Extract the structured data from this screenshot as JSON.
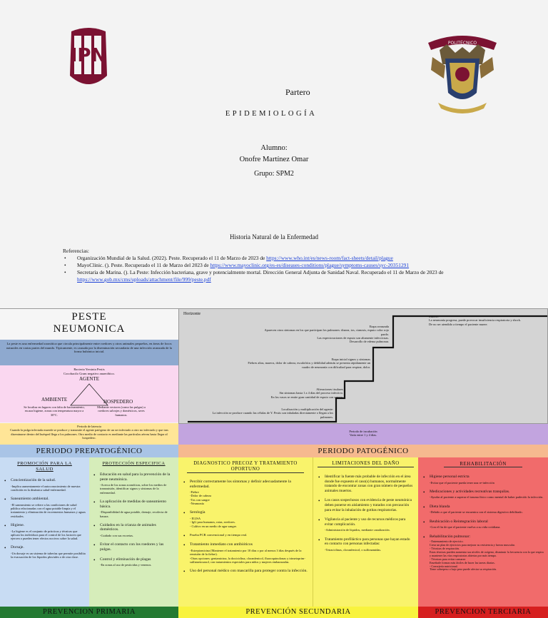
{
  "cover": {
    "subject": "Partero",
    "course": "EPIDEMIOLOGÍA",
    "student_label": "Alumno:",
    "student_name": "Onofre Martínez Omar",
    "group": "Grupo: SPM2",
    "doc_title": "Historia Natural de la Enfermedad",
    "refs_label": "Referencias:",
    "refs": [
      {
        "text": "Organización Mundial de la Salud. (2022). Peste. Recuperado el 11 de Marzo de 2023 de ",
        "link": "https://www.who.int/es/news-room/fact-sheets/detail/plague"
      },
      {
        "text": "MayoClinic. (). Peste. Recuperado el 11 de Marzo del 2023 de ",
        "link": "https://www.mayoclinic.org/es-es/diseases-conditions/plague/symptoms-causes/syc-20351291"
      },
      {
        "text": "Secretaría de Marina. (). La Peste: Infección bacteriana, grave y potencialmente mortal. Dirección General Adjunta de Sanidad Naval. Recuperado el 11 de Marzo de 2023 de ",
        "link": "https://www.gob.mx/cms/uploads/attachment/file/999/peste.pdf"
      }
    ],
    "logo_left_text": "IPN",
    "logo_right_text": "POLITÉCNICO"
  },
  "disease": {
    "title_line1": "PESTE",
    "title_line2": "NEUMONICA",
    "description": "La peste es una enfermedad zoonótica que circula principalmente entre roedores y otros animales pequeños, en áreas de focos naturales en varias partes del mundo. Típicamente, es causada por la diseminación secundaria de una infección avanzada de la forma bubónica inicial.",
    "bacteria_line1": "Bacteria Yersinia Pestis",
    "bacteria_line2": "Cocobacilo Gram negativo anaeróbico.",
    "agente": "AGENTE",
    "ambiente": "AMBIENTE",
    "hospedero": "HOSPEDERO",
    "ambiente_text": "Se localiza en lugares con falta de hacinamiento, escaza higiene, zonas con temperatura mayor a 30°C.",
    "hospedero_text": "Mediante vectores (como las pulgas) a roedores salvajes y domésticos, seres humanos.",
    "latency_title": "Periodo de latencia",
    "latency_text": "Cuando la pulga infectada muerde se produce y transmite el agente patógeno de un ser infectado a otro no infectado y que tras diseminarse dentro del huésped llega a los pulmones. Otro medio de contacto es mediante las partículas aéreas hasta llegar al hospedero."
  },
  "horizon": {
    "label": "Horizonte",
    "death": "Muerte:\nLa neumonía progresa, puede provocar insuficiencia respiratoria y shock.\nDe no ser atendido a tiempo el paciente muere.",
    "advanced": "Etapa avanzada\nAparecen otros síntomas en los que participan los pulmones: disnea, tos, cianosis, esputo color rojo pardo.\nLas expectoraciones de esputo son altamente infecciosas.\nDesarrollo de edema pulmonar.",
    "initial": "Etapa inicial signos y síntomas\nFiebres altas, mareos, dolor de cabeza, escalofríos y debilidad además se presenta rápidamente un cuadro de neumonía con dificultad para respirar, dolor.",
    "tissue": "Alteraciones tisulares\nSin síntomas hasta 1 a 4 días del proceso infectivo.\nEn los vasos se emite gran cantidad de esputo con sangre.",
    "location": "Localización y multiplicación del agente:\nLa infección se produce cuando las células de Y. Pestis son inhaladas directamente o llegan a los pulmones."
  },
  "incubation": {
    "title": "Periodo de incubación",
    "text": "Varía entre 1 y 4 días."
  },
  "prepatogenic": {
    "title": "PERIODO PREPATOGÉNICO",
    "promotion": {
      "title": "PROMOCIÓN PARA LA SALUD",
      "items": [
        {
          "t": "Concientización de la salud.",
          "s": "-Implica aumentamente el autoconocimiento de nuestra condición en la dinámica salud-enfermedad."
        },
        {
          "t": "Saneamiento ambiental.",
          "s": "-El saneamiento se refiere a las condiciones de salud pública relacionadas con el agua potable limpia y el tratamiento y eliminación de excrementos humanos y aguas residuales."
        },
        {
          "t": "Higiene.",
          "s": "-La higiene es el conjunto de prácticas y técnicas que aplican los individuos para el control de los factores que ejercen o pueden tener efectos nocivos sobre la salud."
        },
        {
          "t": "Dorsaje.",
          "s": "-Un dorsaje es un sistema de tuberías que permite posibilita la evacuación de los líquidos pluviales o de otra clase."
        }
      ]
    },
    "protection": {
      "title": "PROTECCIÓN ESPECIFICA",
      "items": [
        {
          "t": "Educación en salud para la prevención de la peste neumónica.",
          "s": "-Acerca de los zonas zoonóticas, sobre los medios de transmisión, identificar signos y síntomas de la enfermedad."
        },
        {
          "t": "La aplicación de medidas de saneamiento básica.",
          "s": "-Disponibilidad de agua potable, drenaje, recolecta de basura."
        },
        {
          "t": "Cuidados en la crianza de animales domésticos.",
          "s": "-Cuidado con sus excretas."
        },
        {
          "t": "Evitar el contacto con los roedores y las pulgas.",
          "s": ""
        },
        {
          "t": "Control y eliminación de plagas",
          "s": "-En zonas al uso de pesticidas y venenos."
        }
      ]
    }
  },
  "patogenic": {
    "title": "PERIODO PATOGÉNICO",
    "diagnosis": {
      "title": "DIAGNOSTICO PRECOZ Y TRATAMIENTO OPORTUNO",
      "items": [
        {
          "t": "Percibir correctamente los síntomas y definir adecuadamente la enfermedad.",
          "s": "-Fiebre\n-Dolor de cabeza\n-Tos con sangre\n-Neumonía"
        },
        {
          "t": "Serología",
          "s": "- ELISA\n- IgG para humanos, ratas, roedores.\n- Cultivo en un medio de agar sangre."
        },
        {
          "t": "Prueba PCR convencional y en tiempo real.",
          "s": ""
        },
        {
          "t": "Tratamiento inmediato con antibióticos",
          "s": "-Estreptomicina (Mantener el tratamiento por 10 días o por al menos 3 días después de la remisión de la fiebre).\n-Otras opciones: gentamicina, la doxiciclina, cloranfenicol, fluoroquinolonas y trimetoprim-sulfametoxazol, con tratamientos especiales para niños y mujeres embarazadas."
        },
        {
          "t": "Uso del personal médico con mascarilla para proteger contra la infección.",
          "s": ""
        }
      ]
    },
    "limitation": {
      "title": "LIMITACIONES DEL DAÑO",
      "items": [
        {
          "t": "Identificar la fuente más probable de infección en el área donde fue expuesto el caso(s) humanos, normalmente tratando de encontrar zonas con gran número de pequeños animales muertos.",
          "s": ""
        },
        {
          "t": "Los casos sospechosos con evidencia de peste neumónica deben ponerse en aislamiento y tratados con precaución para evitar la inhalación de gotitas respiratorias.",
          "s": ""
        },
        {
          "t": "Vigilancia al paciente y uso de recursos médicos para evitar complicación.",
          "s": "-Administración de líquidos, mediante canalización."
        },
        {
          "t": "Tratamiento profiláctico para personas que hayan estado en contacto con personas infectadas:",
          "s": "-Tetraciclinas, cloranfenicol, o sulfonamidas."
        }
      ]
    },
    "rehab": {
      "title": "REHABILITACIÓN",
      "items": [
        {
          "t": "Higiene personal estricta",
          "s": "-Evitar que el paciente pueda tener una re-infección"
        },
        {
          "t": "Medicaciones y actividades recreativas tranquilas.",
          "s": "-Ayudar al paciente a superar el trauma físico como mental de haber padecido la infección."
        },
        {
          "t": "Dieta blanda",
          "s": "-Debido a que el paciente se encuentra con el sistema digestivo debilitado."
        },
        {
          "t": "Reubicación o Reintegración laboral",
          "s": "-Con el fin de que el paciente vuelva a su vida cotidiana."
        },
        {
          "t": "Rehabilitación pulmonar:",
          "s": "- Entrenamiento de ejercicio.\nCrear un plan de ejercicios para mejorar su resistencia y fuerza muscular.\n- Técnicas de respiración.\nEstas técnicas pueden aumentar sus niveles de oxígeno, disminuir la frecuencia con la que respira y mantener las vías respiratorias abiertas por más tiempo.\n- Técnicas para evitar cansarse.\nEnseñarle formas más fáciles de hacer las tareas diarias.\n- Consejería nutricional.\nTiene sobrepeso o bajo peso puede afectar su respiración."
        }
      ]
    }
  },
  "footer": {
    "primary": "PREVENCION PRIMARIA",
    "secondary": "PREVENCIÓN SECUNDARIA",
    "tertiary": "PREVENCION TERCIARIA"
  },
  "colors": {
    "blue_band": "#8ea9cf",
    "pink": "#fad7f0",
    "yellow_band": "#ffe597",
    "purple_band": "#c2a4df",
    "section_blue": "#a9c4e6",
    "section_peach": "#f6b98f",
    "promo_blue": "#c8dcf3",
    "green_light": "#d6edba",
    "yellow": "#f9f36b",
    "red": "#f16b6b",
    "primary_green": "#247a32",
    "secondary_yellow": "#f8f33e",
    "tertiary_red": "#d61f1f"
  }
}
